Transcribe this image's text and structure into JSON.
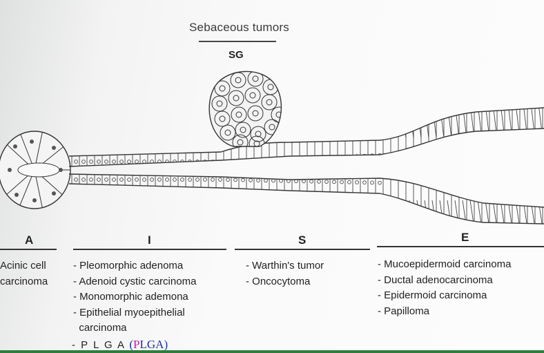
{
  "header": {
    "title": "Sebaceous tumors",
    "gland_label": "SG"
  },
  "segments": [
    {
      "letter": "A",
      "items": [
        "Acinic cell",
        "carcinoma"
      ]
    },
    {
      "letter": "I",
      "items": [
        "- Pleomorphic adenoma",
        "- Adenoid cystic carcinoma",
        "- Monomorphic ademona",
        "- Epithelial myoepithelial",
        "  carcinoma"
      ]
    },
    {
      "letter": "S",
      "items": [
        "- Warthin's tumor",
        "- Oncocytoma"
      ]
    },
    {
      "letter": "E",
      "items": [
        "- Mucoepidermoid carcinoma",
        "- Ductal adenocarcinoma",
        "- Epidermoid carcinoma",
        "- Papilloma"
      ]
    }
  ],
  "plga": {
    "plain": "- P L G A",
    "colored_prefix": "(",
    "colored_p": "P",
    "colored_rest": "LGA)"
  },
  "colors": {
    "line": "#333333",
    "plga_blue": "#1d2fa6",
    "plga_magenta": "#c416b0",
    "bottom_strip": "#2f7d3c"
  }
}
